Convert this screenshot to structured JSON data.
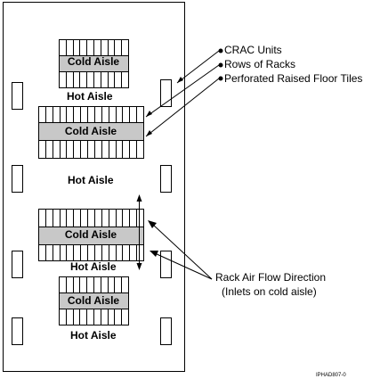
{
  "labels": {
    "cold_aisle": "Cold Aisle",
    "hot_aisle": "Hot Aisle",
    "crac_units": "CRAC Units",
    "rows_of_racks": "Rows of Racks",
    "perforated_tiles": "Perforated Raised Floor Tiles",
    "rack_air_flow": "Rack Air Flow Direction",
    "inlets_note": "(Inlets on cold aisle)",
    "image_code": "IPHAD807-0"
  },
  "colors": {
    "cold_aisle_fill": "#c8c8c8",
    "line": "#000000",
    "background": "#ffffff"
  }
}
